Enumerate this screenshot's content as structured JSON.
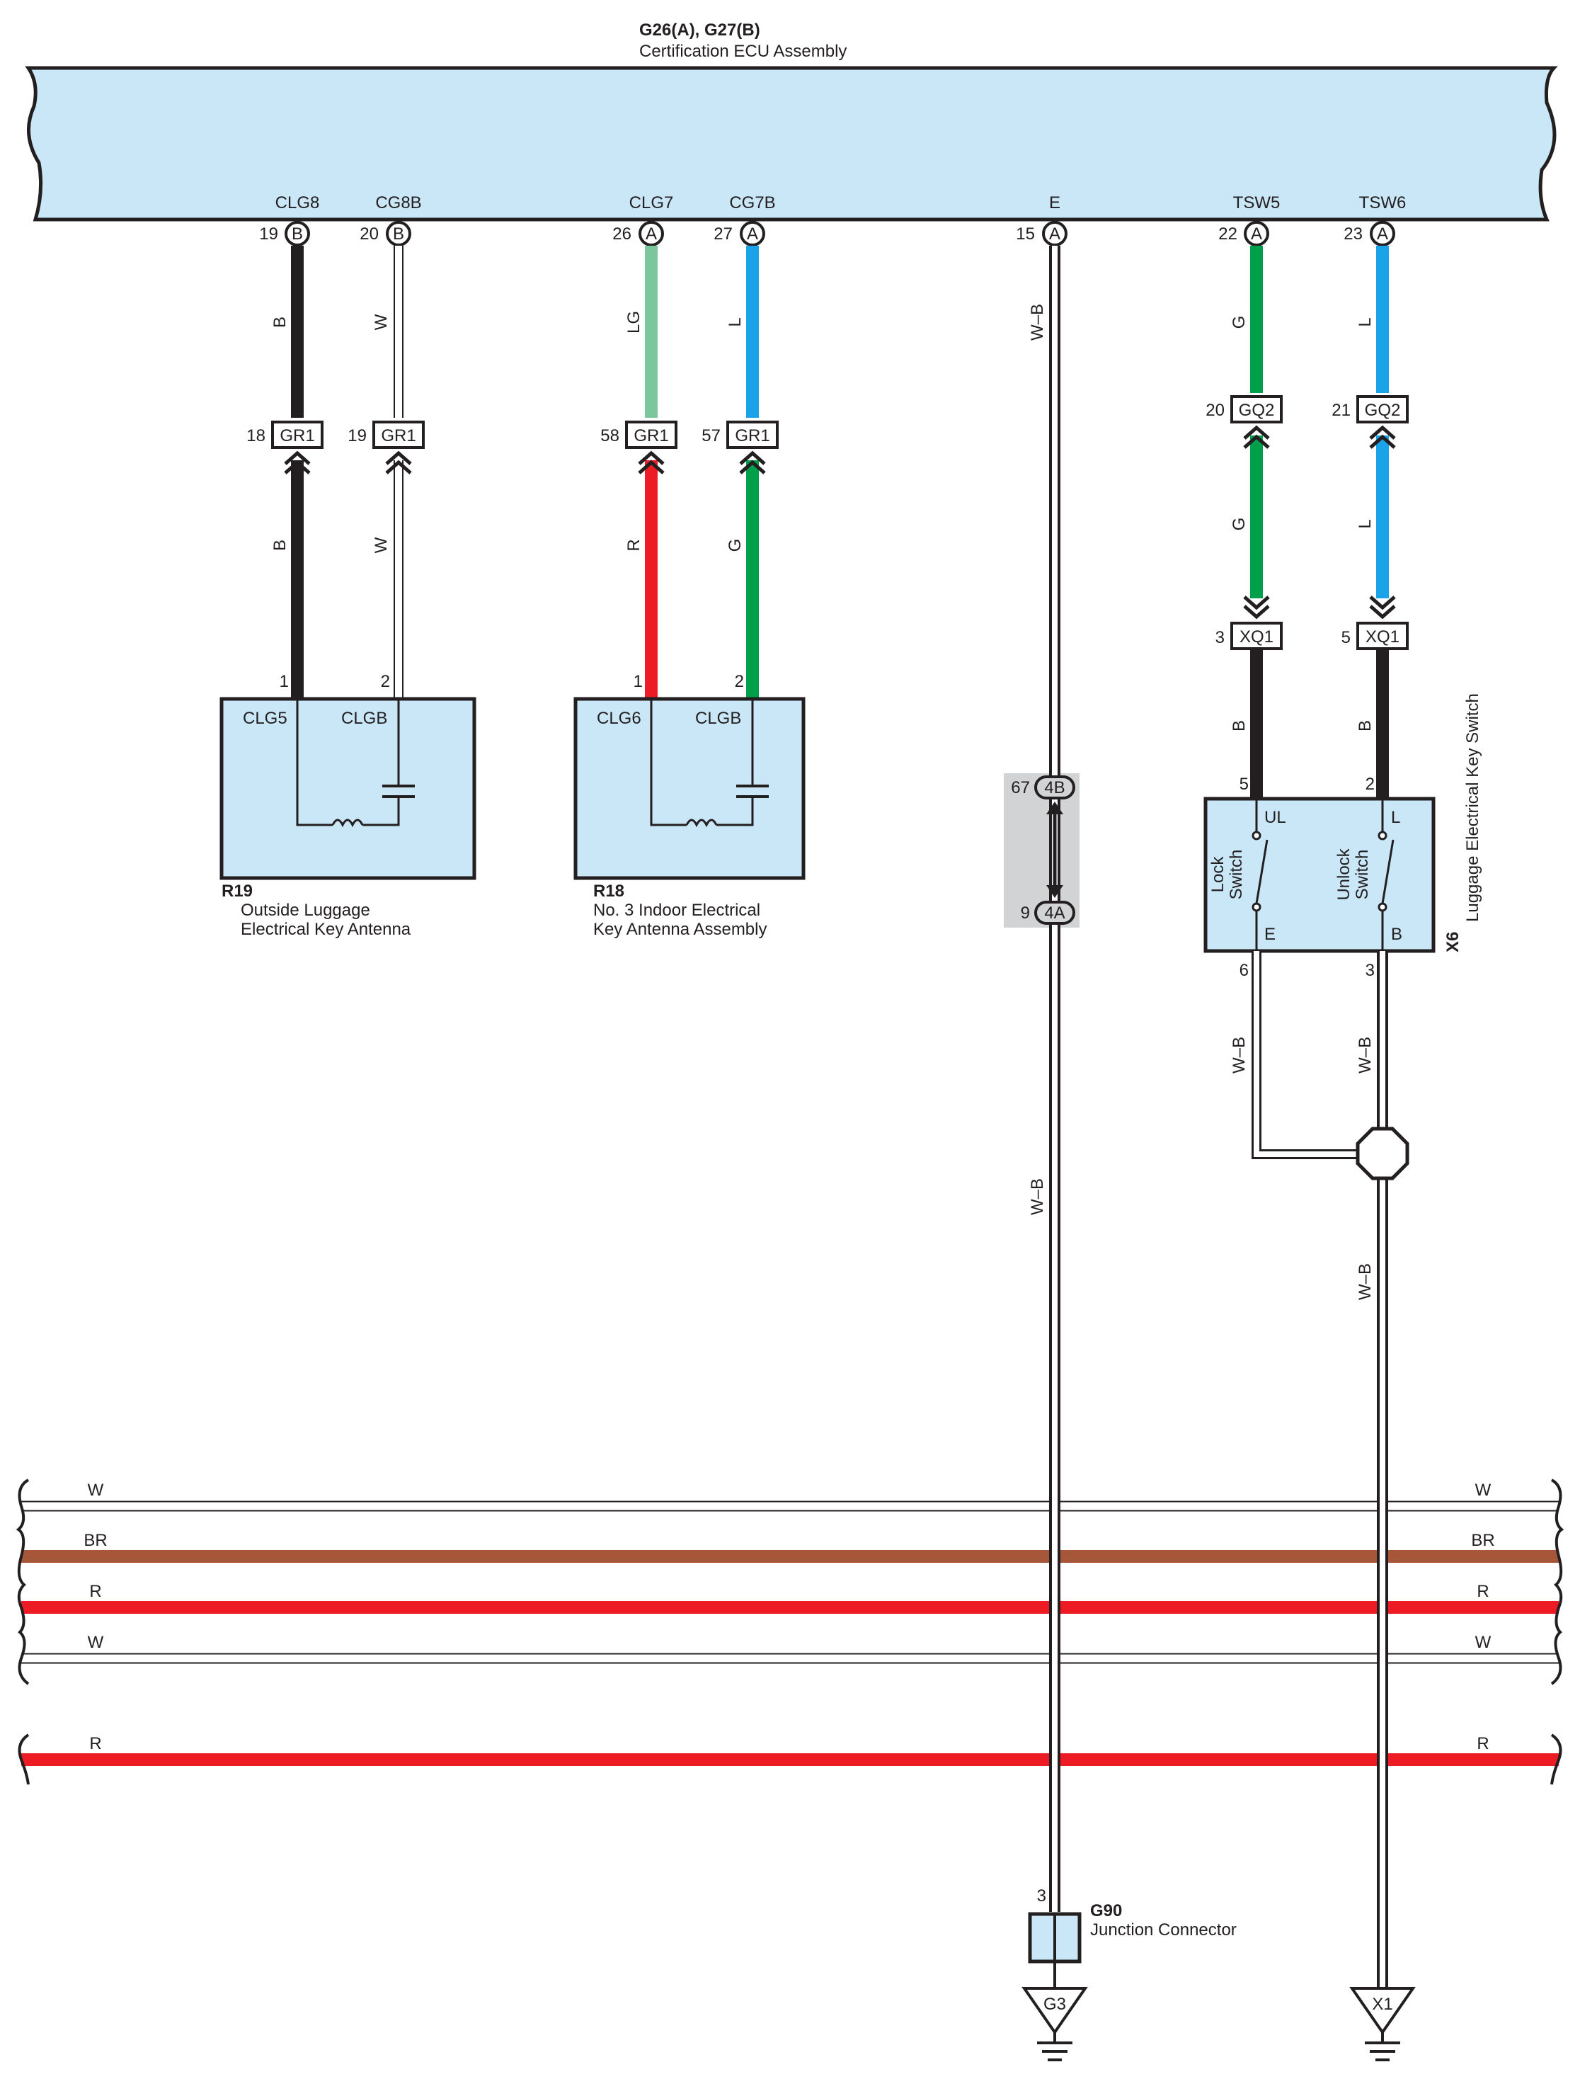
{
  "ecu": {
    "code": "G26(A), G27(B)",
    "name": "Certification ECU Assembly",
    "pins": [
      {
        "name": "CLG8",
        "num": "19",
        "conn": "B"
      },
      {
        "name": "CG8B",
        "num": "20",
        "conn": "B"
      },
      {
        "name": "CLG7",
        "num": "26",
        "conn": "A"
      },
      {
        "name": "CG7B",
        "num": "27",
        "conn": "A"
      },
      {
        "name": "E",
        "num": "15",
        "conn": "A"
      },
      {
        "name": "TSW5",
        "num": "22",
        "conn": "A"
      },
      {
        "name": "TSW6",
        "num": "23",
        "conn": "A"
      }
    ]
  },
  "wires": {
    "w1_upper": "B",
    "w1_lower": "B",
    "w2_upper": "W",
    "w2_lower": "W",
    "w3_upper": "LG",
    "w3_lower": "R",
    "w4_upper": "L",
    "w4_lower": "G",
    "ground_upper": "W–B",
    "ground_lower": "W–B",
    "w6_upper": "G",
    "w6_mid": "G",
    "w6_lower": "B",
    "w7_upper": "L",
    "w7_mid": "L",
    "w7_lower": "B",
    "x6_left_out": "W–B",
    "x6_right_out": "W–B",
    "x1_ground": "W–B"
  },
  "colors": {
    "ecu_fill": "#c9e7f7",
    "black": "#231f20",
    "light_green": "#7cc69c",
    "blue": "#1aa3e8",
    "red": "#ed1c24",
    "green": "#00a04b",
    "brown": "#a6573a",
    "white_wire": "#ffffff",
    "shade": "#d1d3d4"
  },
  "connectors": {
    "gr1_18": {
      "num": "18",
      "label": "GR1"
    },
    "gr1_19": {
      "num": "19",
      "label": "GR1"
    },
    "gr1_58": {
      "num": "58",
      "label": "GR1"
    },
    "gr1_57": {
      "num": "57",
      "label": "GR1"
    },
    "gq2_20": {
      "num": "20",
      "label": "GQ2"
    },
    "gq2_21": {
      "num": "21",
      "label": "GQ2"
    },
    "xq1_3": {
      "num": "3",
      "label": "XQ1"
    },
    "xq1_5": {
      "num": "5",
      "label": "XQ1"
    },
    "j4b": {
      "num": "67",
      "label": "4B"
    },
    "j4a": {
      "num": "9",
      "label": "4A"
    }
  },
  "r19": {
    "code": "R19",
    "name_line1": "Outside Luggage",
    "name_line2": "Electrical Key Antenna",
    "pin1": "1",
    "pin2": "2",
    "label1": "CLG5",
    "label2": "CLGB"
  },
  "r18": {
    "code": "R18",
    "name_line1": "No.  3 Indoor Electrical",
    "name_line2": "Key Antenna Assembly",
    "pin1": "1",
    "pin2": "2",
    "label1": "CLG6",
    "label2": "CLGB"
  },
  "x6": {
    "code": "X6",
    "name": "Luggage Electrical Key Switch",
    "pin_ul": "5",
    "pin_l": "2",
    "pin_e": "6",
    "pin_b": "3",
    "ul": "UL",
    "l": "L",
    "e": "E",
    "b": "B",
    "lock_line1": "Lock",
    "lock_line2": "Switch",
    "unlock_line1": "Unlock",
    "unlock_line2": "Switch"
  },
  "g90": {
    "code": "G90",
    "name": "Junction Connector",
    "pin": "3"
  },
  "grounds": {
    "g3": "G3",
    "x1": "X1"
  },
  "bus": {
    "wire1_left": "W",
    "wire1_right": "W",
    "wire2_left": "BR",
    "wire2_right": "BR",
    "wire3_left": "R",
    "wire3_right": "R",
    "wire4_left": "W",
    "wire4_right": "W",
    "wire5_left": "R",
    "wire5_right": "R"
  }
}
